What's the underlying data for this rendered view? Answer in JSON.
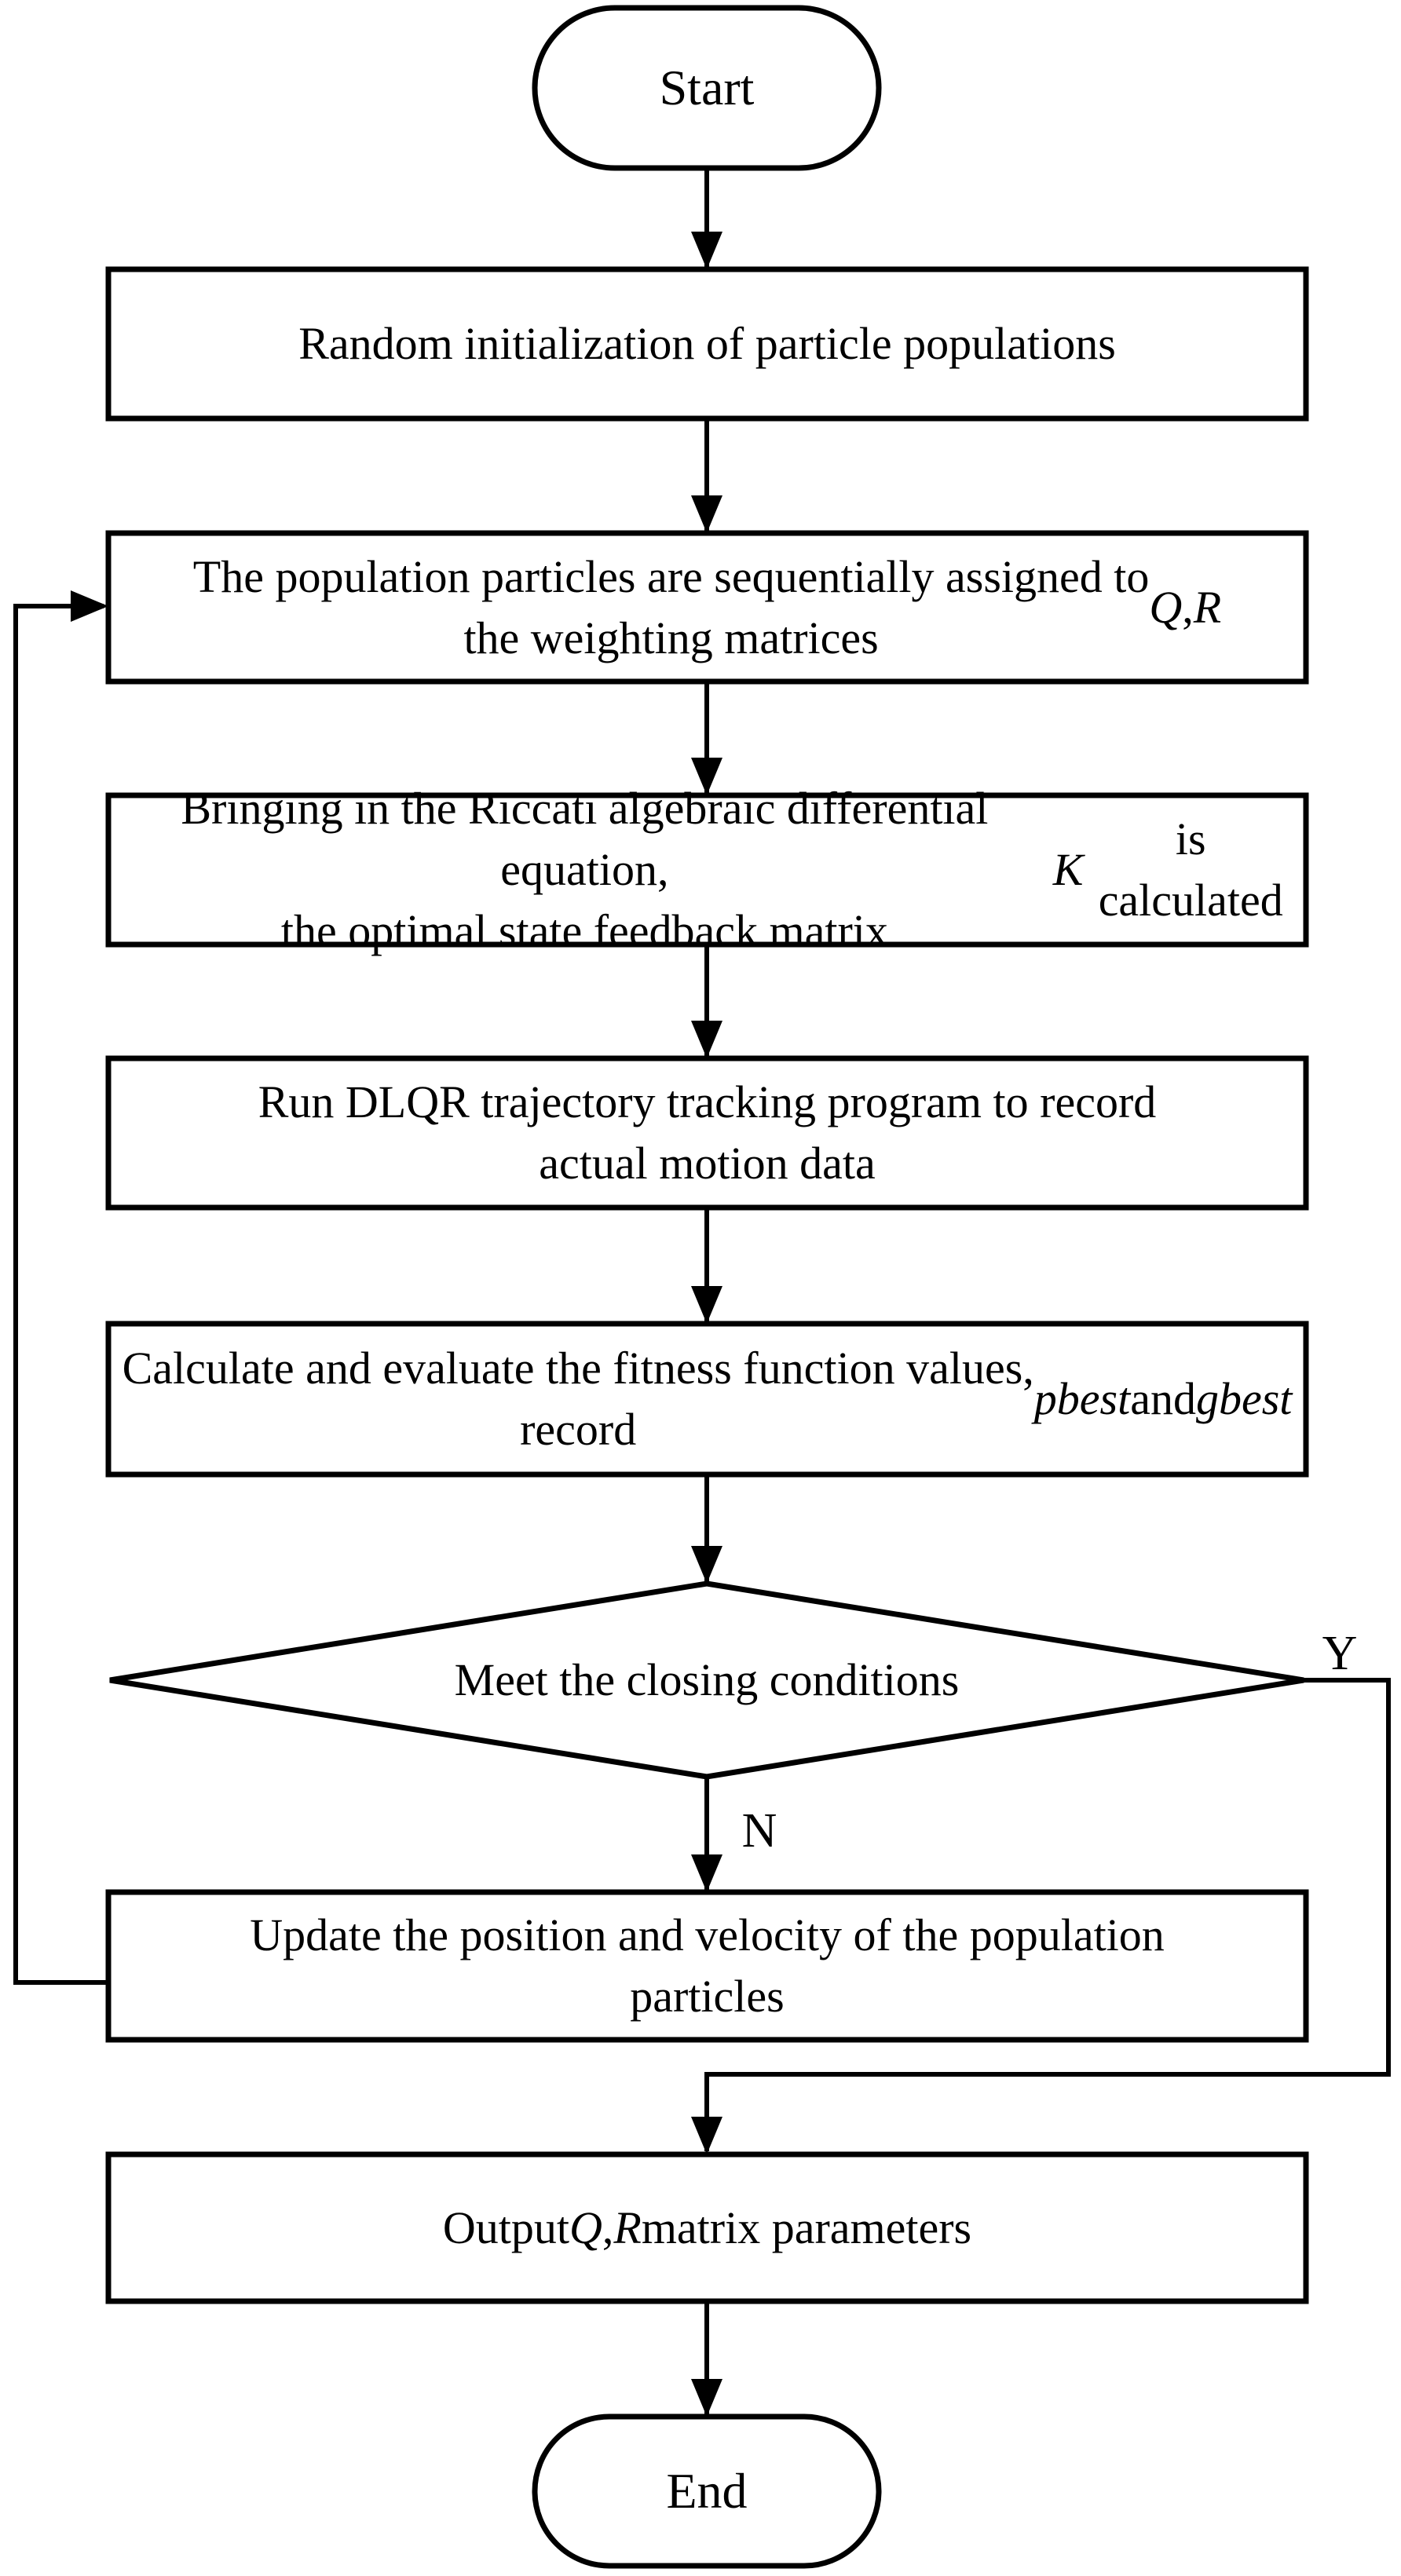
{
  "diagram": {
    "type": "flowchart",
    "colors": {
      "stroke": "#000000",
      "fill": "#ffffff",
      "text": "#000000"
    },
    "nodes": [
      {
        "id": "start",
        "shape": "terminator",
        "label": "Start"
      },
      {
        "id": "init",
        "shape": "process",
        "label": "Random initialization of particle populations"
      },
      {
        "id": "assign",
        "shape": "process",
        "parts": [
          {
            "text": "The population particles are sequentially assigned to\nthe weighting matrices "
          },
          {
            "text": "Q",
            "italic": true
          },
          {
            "text": ", "
          },
          {
            "text": "R",
            "italic": true
          }
        ]
      },
      {
        "id": "riccati",
        "shape": "process",
        "parts": [
          {
            "text": "Bringing in the Riccati algebraic differential equation,\nthe optimal state feedback matrix "
          },
          {
            "text": "K",
            "italic": true
          },
          {
            "text": " is calculated"
          }
        ]
      },
      {
        "id": "dlqr",
        "shape": "process",
        "label": "Run DLQR trajectory tracking program to record\nactual motion data"
      },
      {
        "id": "fitness",
        "shape": "process",
        "parts": [
          {
            "text": "Calculate and evaluate the fitness function values,\nrecord "
          },
          {
            "text": "pbest",
            "italic": true
          },
          {
            "text": " and "
          },
          {
            "text": "gbest",
            "italic": true
          }
        ]
      },
      {
        "id": "decision",
        "shape": "decision",
        "label": "Meet the closing conditions"
      },
      {
        "id": "update",
        "shape": "process",
        "label": "Update the position and velocity of the population\nparticles"
      },
      {
        "id": "output",
        "shape": "process",
        "parts": [
          {
            "text": "Output "
          },
          {
            "text": "Q",
            "italic": true
          },
          {
            "text": ", "
          },
          {
            "text": "R",
            "italic": true
          },
          {
            "text": " matrix parameters"
          }
        ]
      },
      {
        "id": "end",
        "shape": "terminator",
        "label": "End"
      }
    ],
    "edge_labels": {
      "yes": "Y",
      "no": "N"
    }
  }
}
